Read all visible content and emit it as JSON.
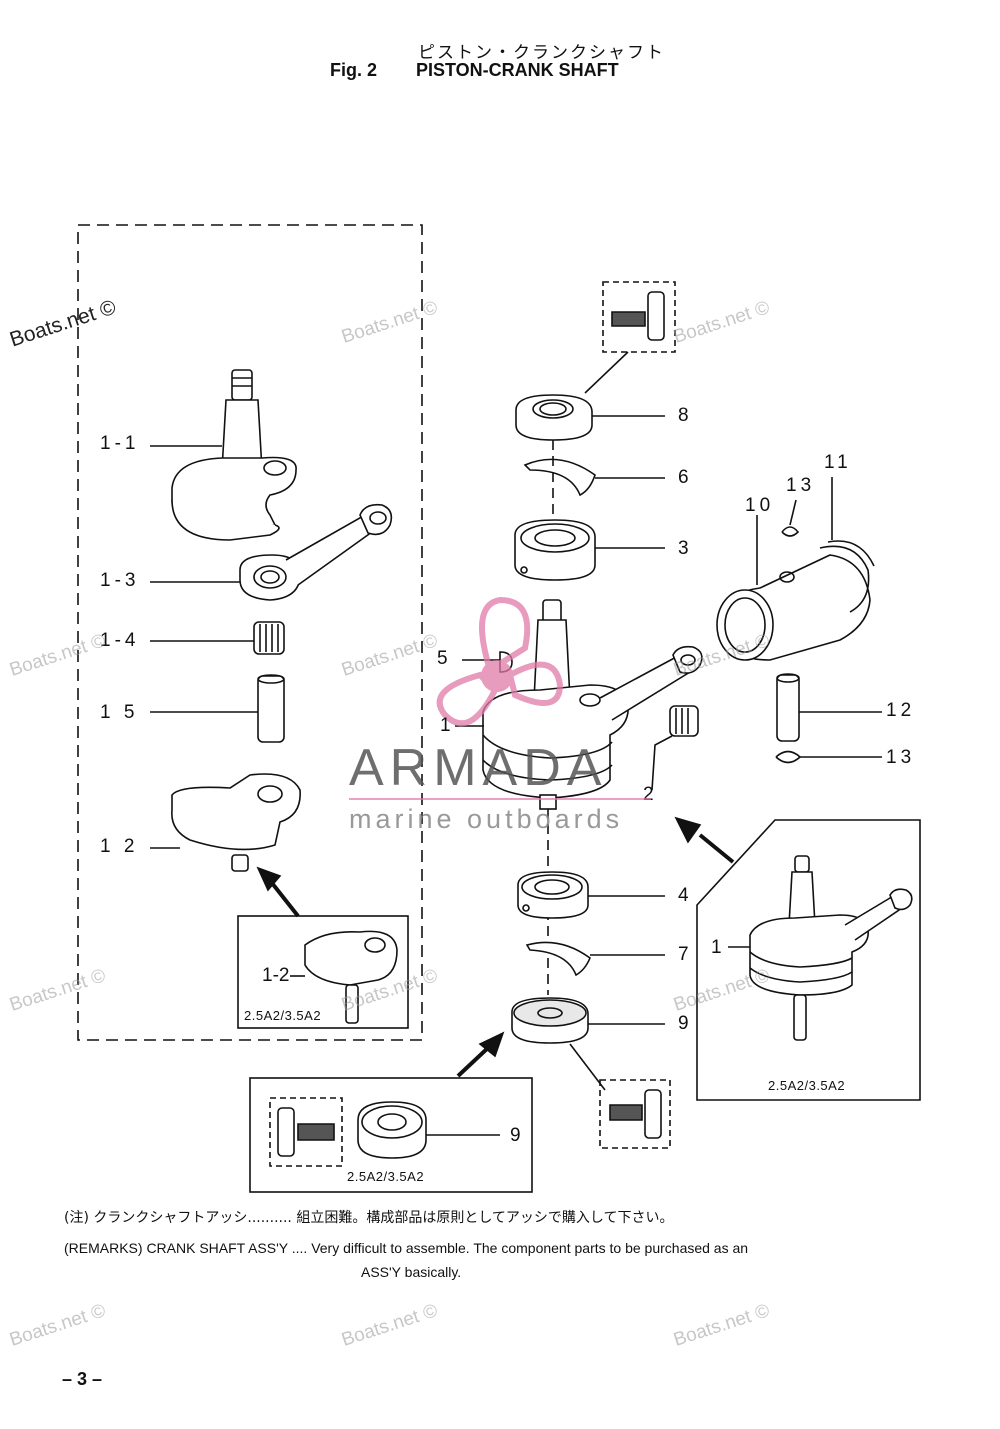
{
  "header": {
    "title_jp": "ピストン・クランクシャフト",
    "fig_no": "Fig. 2",
    "title_en": "PISTON-CRANK SHAFT"
  },
  "callouts": {
    "p1_1": "1-1",
    "p1_3": "1-3",
    "p1_4": "1-4",
    "p1_5": "1 5",
    "p1_2": "1 2",
    "p1_2_inset": "1-2",
    "p8": "8",
    "p6": "6",
    "p3": "3",
    "p11": "11",
    "p13a": "13",
    "p10": "10",
    "p5": "5",
    "p1": "1",
    "p2": "2",
    "p12": "12",
    "p13b": "13",
    "p4": "4",
    "p7": "7",
    "p9": "9",
    "p9_inset": "9",
    "p1_inset": "1"
  },
  "model_labels": {
    "left_inset": "2.5A2/3.5A2",
    "bottom_inset": "2.5A2/3.5A2",
    "right_inset": "2.5A2/3.5A2"
  },
  "watermarks": {
    "text": "Boats.net ©"
  },
  "brand": {
    "name": "ARMADA",
    "tagline": "marine outboards",
    "logo_color": "#e07aa8"
  },
  "remarks": {
    "jp": "(注) クランクシャフトアッシ.......... 組立困難。構成部品は原則としてアッシで購入して下さい。",
    "en_line1": "(REMARKS) CRANK SHAFT ASS'Y .... Very difficult to assemble. The component parts to be purchased as an",
    "en_line2": "ASS'Y basically."
  },
  "footer": {
    "page_number": "– 3 –"
  }
}
